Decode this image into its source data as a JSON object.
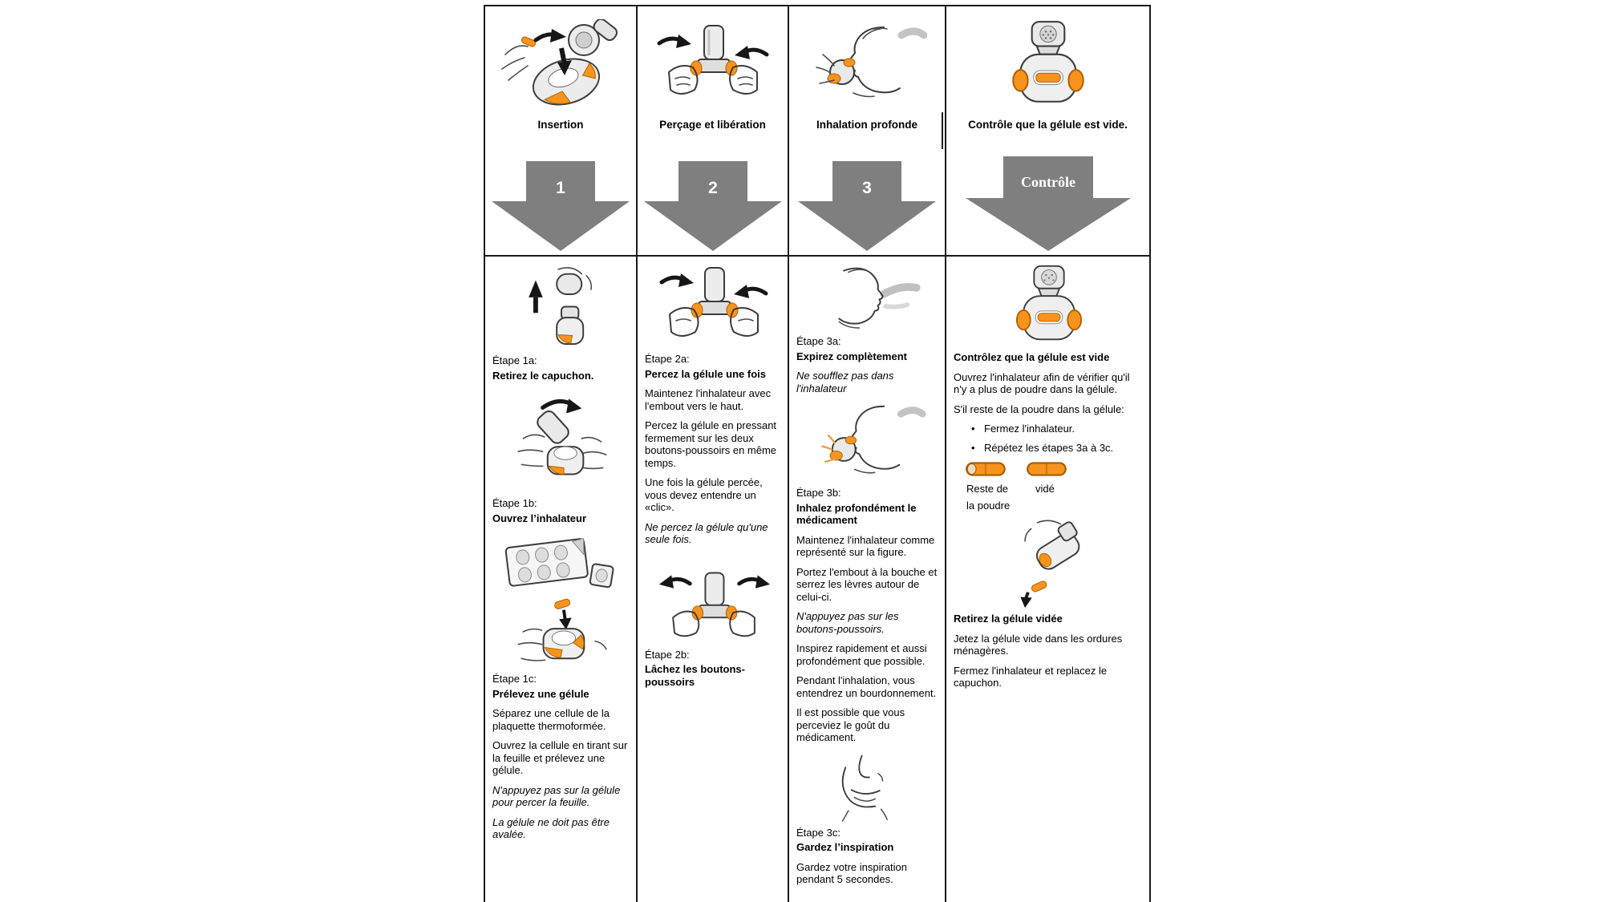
{
  "colors": {
    "accent_orange": "#F7941E",
    "arrow_gray": "#7f7f7f",
    "border_black": "#1a1a1a"
  },
  "header": {
    "columns": [
      {
        "label": "Insertion",
        "arrow": "1"
      },
      {
        "label": "Perçage et libération",
        "arrow": "2"
      },
      {
        "label": "Inhalation profonde",
        "arrow": "3"
      },
      {
        "label": "Contrôle que la gélule est vide.",
        "arrow": "Contrôle"
      }
    ]
  },
  "col1": {
    "s1a_label": "Étape 1a:",
    "s1a_title": "Retirez le capuchon.",
    "s1b_label": "Étape 1b:",
    "s1b_title": "Ouvrez l’inhalateur",
    "s1c_label": "Étape 1c:",
    "s1c_title": "Prélevez une gélule",
    "s1c_p1": "Séparez une cellule de la plaquette thermoformée.",
    "s1c_p2": "Ouvrez la cellule en tirant sur la feuille et prélevez une gélule.",
    "s1c_note1": "N'appuyez pas sur la gélule pour percer la feuille.",
    "s1c_note2": "La gélule ne doit pas être avalée."
  },
  "col2": {
    "s2a_label": "Étape 2a:",
    "s2a_title": "Percez la gélule une fois",
    "s2a_p1": "Maintenez l'inhalateur avec l'embout vers le haut.",
    "s2a_p2": "Percez la gélule en pressant fermement sur les deux boutons-poussoirs en même temps.",
    "s2a_p3": "Une fois la gélule percée, vous devez entendre un «clic».",
    "s2a_note": "Ne percez la gélule qu'une seule fois.",
    "s2b_label": "Étape 2b:",
    "s2b_title": "Lâchez les boutons-poussoirs"
  },
  "col3": {
    "s3a_label": "Étape 3a:",
    "s3a_title": "Expirez complètement",
    "s3a_note": "Ne soufflez pas dans l'inhalateur",
    "s3b_label": "Étape 3b:",
    "s3b_title": "Inhalez profondément le médicament",
    "s3b_p1": "Maintenez l'inhalateur comme représenté sur la figure.",
    "s3b_p2": "Portez l'embout à la bouche et serrez les lèvres autour de celui-ci.",
    "s3b_note": "N'appuyez pas sur les boutons-poussoirs.",
    "s3b_p3": "Inspirez rapidement et aussi profondément que possible.",
    "s3b_p4": "Pendant l'inhalation, vous entendrez un bourdonnement.",
    "s3b_p5": "Il est possible que vous perceviez le goût du médicament.",
    "s3c_label": "Étape 3c:",
    "s3c_title": "Gardez l’inspiration",
    "s3c_p1": "Gardez votre inspiration pendant 5 secondes."
  },
  "col4": {
    "check_title": "Contrôlez que la gélule est vide",
    "check_p1": "Ouvrez l'inhalateur afin de vérifier qu'il n'y a plus de poudre dans la gélule.",
    "check_p2": "S'il reste de la poudre dans la gélule:",
    "bullet_glyph": "•",
    "bullet1": "Fermez l'inhalateur.",
    "bullet2": "Répétez les étapes 3a à 3c.",
    "capsule_left_label_line1": "Reste de",
    "capsule_left_label_line2": "la poudre",
    "capsule_right_label": "vidé",
    "remove_title": "Retirez la gélule vidée",
    "remove_p1": "Jetez la gélule vide dans les ordures ménagères.",
    "remove_p2": "Fermez l'inhalateur et replacez le capuchon."
  }
}
